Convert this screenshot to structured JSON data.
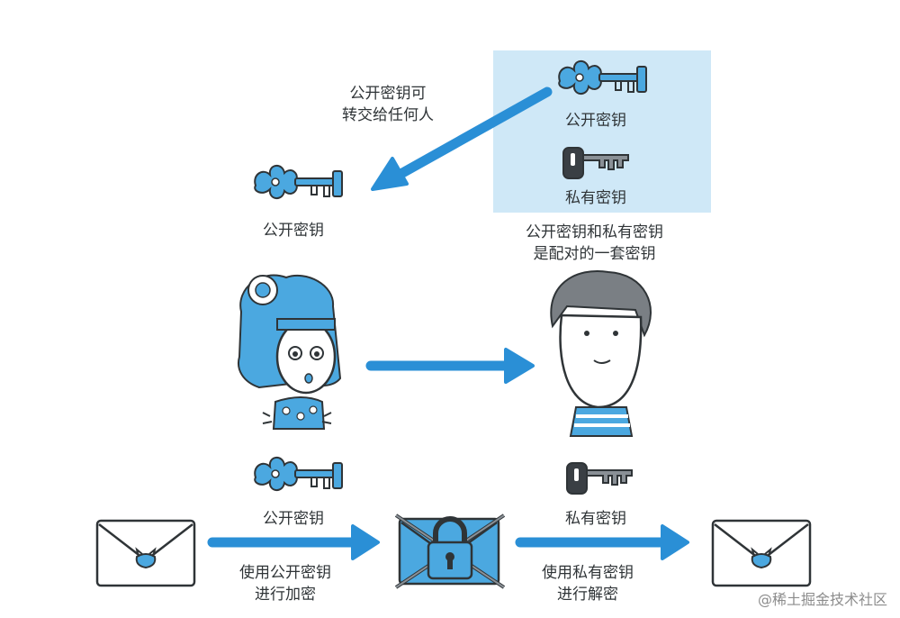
{
  "labels": {
    "share_note_line1": "公开密钥可",
    "share_note_line2": "转交给任何人",
    "box_public_key": "公开密钥",
    "box_private_key": "私有密钥",
    "left_public_key": "公开密钥",
    "pair_note_line1": "公开密钥和私有密钥",
    "pair_note_line2": "是配对的一套密钥",
    "bottom_public_key": "公开密钥",
    "bottom_private_key": "私有密钥",
    "encrypt_line1": "使用公开密钥",
    "encrypt_line2": "进行加密",
    "decrypt_line1": "使用私有密钥",
    "decrypt_line2": "进行解密"
  },
  "watermark": "@稀土掘金技术社区",
  "colors": {
    "accent_blue": "#2a8fd6",
    "highlight_box": "#cfe8f7",
    "icon_blue": "#4ba8e0",
    "ink": "#2f3437",
    "private_key_dark": "#3a3f44",
    "background": "#ffffff"
  },
  "icons": [
    "public-key-icon",
    "private-key-icon",
    "envelope-icon",
    "locked-envelope-icon",
    "padlock-icon",
    "girl-sender-icon",
    "boy-receiver-icon"
  ]
}
